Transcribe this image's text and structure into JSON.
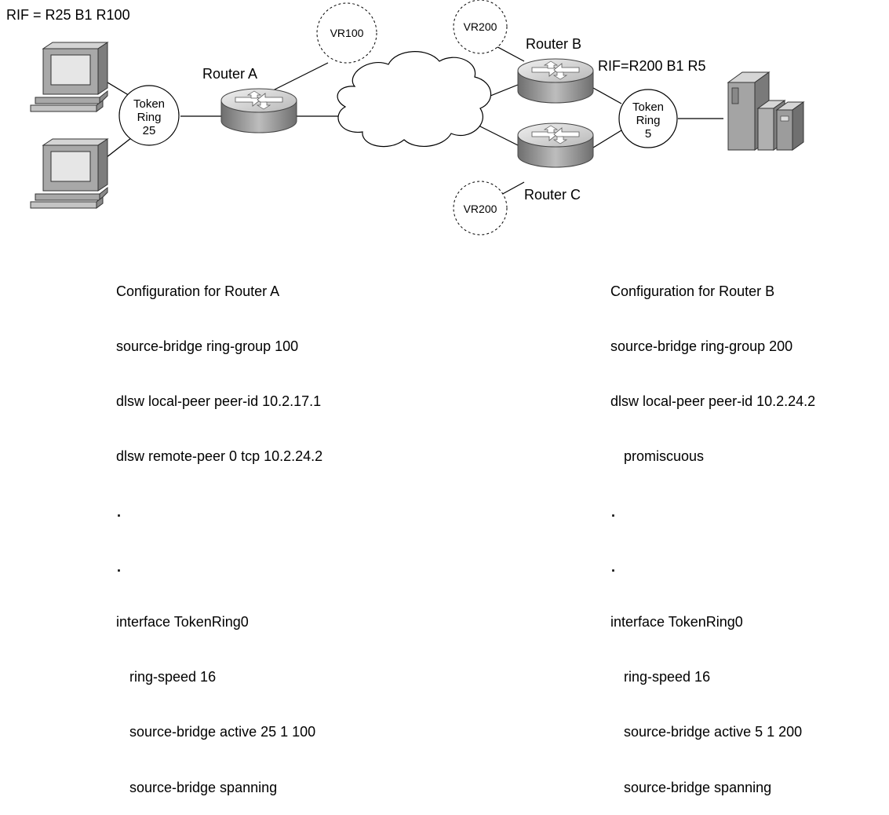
{
  "diagram": {
    "rif_left": "RIF = R25 B1 R100",
    "rif_right": "RIF=R200 B1 R5",
    "router_a": "Router A",
    "router_b": "Router B",
    "router_c": "Router C",
    "vr_a": "VR100",
    "vr_b": "VR200",
    "vr_c": "VR200",
    "ring_left": {
      "line1": "Token",
      "line2": "Ring",
      "line3": "25"
    },
    "ring_right": {
      "line1": "Token",
      "line2": "Ring",
      "line3": "5"
    }
  },
  "config_a": {
    "lines": [
      "Configuration for Router A",
      "source-bridge ring-group 100",
      "dlsw local-peer peer-id 10.2.17.1",
      "dlsw remote-peer 0 tcp 10.2.24.2",
      ".",
      ".",
      "interface TokenRing0",
      "ring-speed 16",
      "source-bridge active 25 1 100",
      "source-bridge spanning"
    ]
  },
  "config_b": {
    "lines": [
      "Configuration for Router B",
      "source-bridge ring-group 200",
      "dlsw local-peer peer-id 10.2.24.2",
      "promiscuous",
      ".",
      ".",
      "interface TokenRing0",
      "ring-speed 16",
      "source-bridge active 5 1 200",
      "source-bridge spanning"
    ]
  },
  "colors": {
    "router_top": "#d9d9d9",
    "router_side": "#8c8c8c",
    "monitor_body": "#a6a6a6",
    "screen": "#e6e6e6",
    "server_body": "#9a9a9a"
  },
  "icons": [
    "pc-icon",
    "router-icon",
    "cloud-icon",
    "server-icon",
    "token-ring-icon"
  ]
}
